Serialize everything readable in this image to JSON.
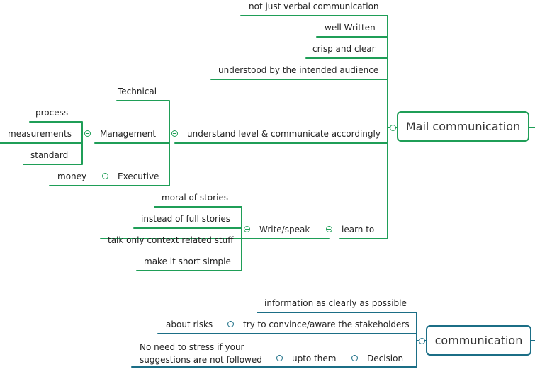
{
  "colors": {
    "green_branch": "#1f9e57",
    "blue_branch": "#1b6e86",
    "background": "#ffffff"
  },
  "main_topics": {
    "mail": "Mail communication",
    "communication": "communication"
  },
  "mail_branch": {
    "not_verbal": "not just verbal communication",
    "well_written": "well Written",
    "crisp": "crisp and clear",
    "understood": "understood by the intended audience",
    "understand_level": "understand level & communicate accordingly",
    "technical": "Technical",
    "management": "Management",
    "process": "process",
    "measurements": "measurements",
    "standard": "standard",
    "executive": "Executive",
    "money": "money",
    "learn_to": "learn to",
    "write_speak": "Write/speak",
    "moral": "moral of stories",
    "instead": "instead of full stories",
    "talk_context": "talk only context related stuff",
    "short_simple": "make it short simple"
  },
  "communication_branch": {
    "info_clear": "information as clearly as possible",
    "convince": "try to convince/aware the stakeholders",
    "about_risks": "about risks",
    "decision": "Decision",
    "upto_them": "upto them",
    "no_stress_line1": "No need to stress if your",
    "no_stress_line2": "suggestions are not followed"
  }
}
